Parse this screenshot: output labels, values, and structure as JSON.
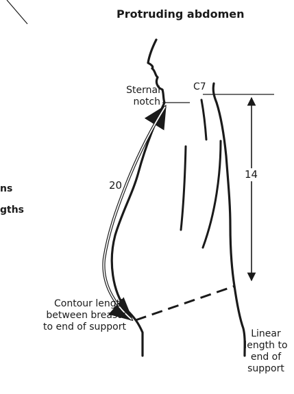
{
  "title": "Protruding abdomen",
  "left_fragments": [
    "ns",
    "gths"
  ],
  "labels": {
    "sternal_notch": [
      "Sternal",
      "notch"
    ],
    "c7": "C7",
    "contour_value": "20",
    "linear_value": "14",
    "contour_caption": [
      "Contour length",
      "between breasts",
      "to end of support"
    ],
    "linear_caption": [
      "Linear",
      "length to",
      "end of",
      "support"
    ]
  },
  "colors": {
    "ink": "#1a1a1a"
  }
}
